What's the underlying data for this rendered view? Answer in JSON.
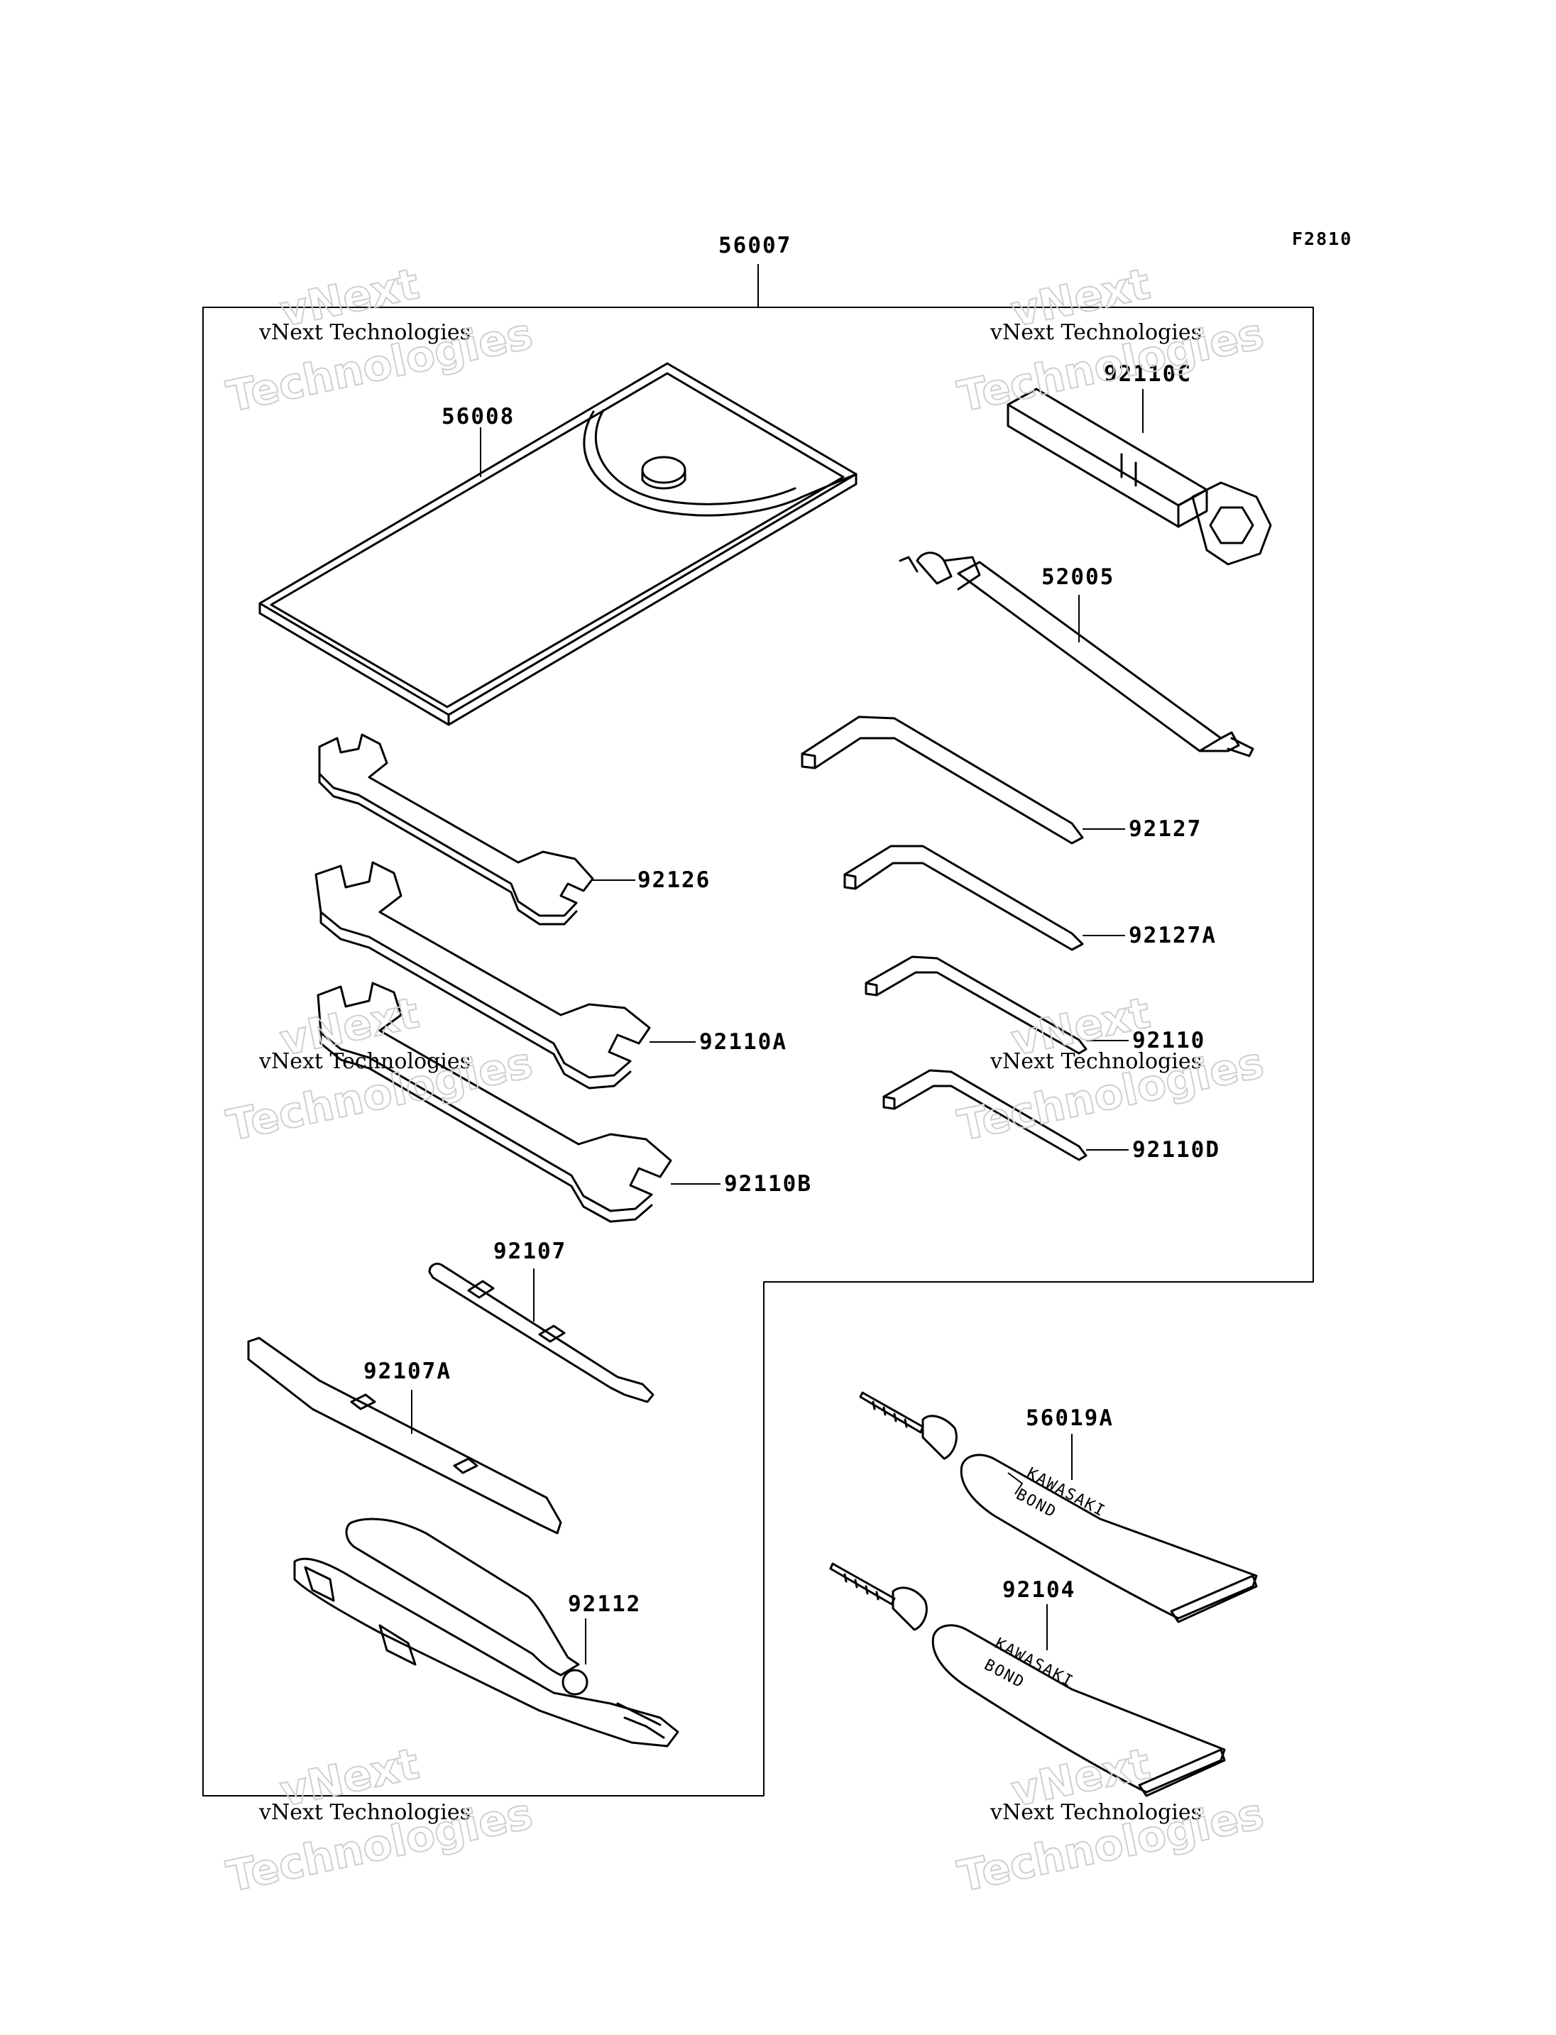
{
  "figure_code": "F2810",
  "kit_number": "56007",
  "watermark": {
    "line1": "vNext",
    "line2": "vNext Technologies",
    "line3": "Technologies"
  },
  "parts": {
    "tool_bag": "56008",
    "plug_wrench": "92110C",
    "spoke_wrench": "52005",
    "hex_wrench_1": "92127",
    "hex_wrench_2": "92127A",
    "hex_wrench_3": "92110",
    "hex_wrench_4": "92110D",
    "wrench_1": "92126",
    "wrench_2": "92110A",
    "wrench_3": "92110B",
    "screwdriver_bit": "92107",
    "screwdriver_grip": "92107A",
    "pliers": "92112",
    "bond_tube_1": "56019A",
    "bond_tube_2": "92104"
  },
  "tube_print": {
    "brand": "KAWASAKI",
    "word": "BOND"
  }
}
